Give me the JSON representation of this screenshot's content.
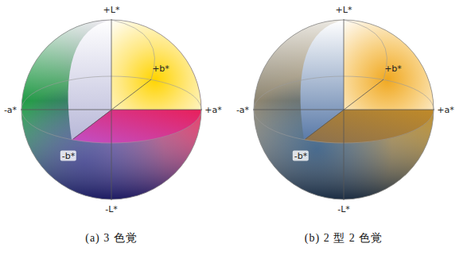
{
  "diagram": {
    "labels": [
      "+L*",
      "+b*",
      "-a*",
      "+a*",
      "-b*",
      "-L*",
      "+L*",
      "+b*",
      "-a*",
      "+a*",
      "-b*",
      "-L*",
      "(a) 3 色覚",
      "(b) 2 型 2 色覚"
    ]
  }
}
